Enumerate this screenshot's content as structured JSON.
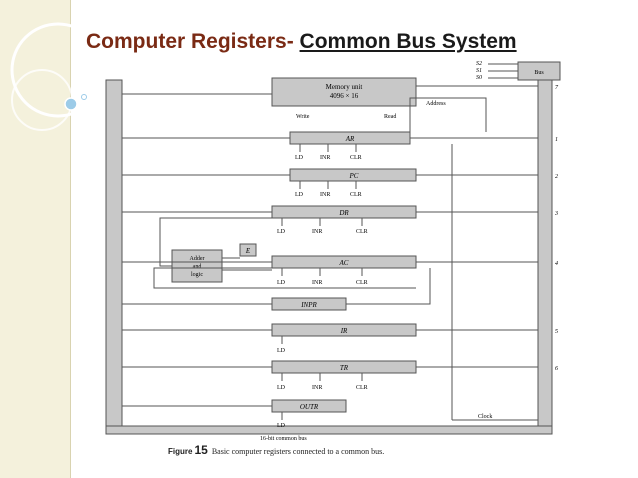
{
  "slide": {
    "title": "Computer Registers-",
    "subtitle": "Common Bus System",
    "figure_label": "Figure",
    "figure_number": "15",
    "caption": "Basic computer registers connected to a common bus."
  },
  "diagram": {
    "memory_line1": "Memory unit",
    "memory_line2": "4096 × 16",
    "write": "Write",
    "read": "Read",
    "address": "Address",
    "select_lines": [
      "S2",
      "S1",
      "S0"
    ],
    "bus": "Bus",
    "adder_lines": [
      "Adder",
      "and",
      "logic"
    ],
    "e_flag": "E",
    "registers": {
      "ar": "AR",
      "pc": "PC",
      "dr": "DR",
      "ac": "AC",
      "inpr": "INPR",
      "ir": "IR",
      "tr": "TR",
      "outr": "OUTR"
    },
    "controls": {
      "ld": "LD",
      "inr": "INR",
      "clr": "CLR"
    },
    "bus_numbers": [
      "7",
      "1",
      "2",
      "3",
      "4",
      "5",
      "6"
    ],
    "clock": "Clock",
    "common_bus": "16-bit common bus"
  },
  "colors": {
    "title": "#7a2a14",
    "sidebar": "#f4f1dc",
    "box_fill": "#c8c8c8",
    "line": "#555555"
  }
}
